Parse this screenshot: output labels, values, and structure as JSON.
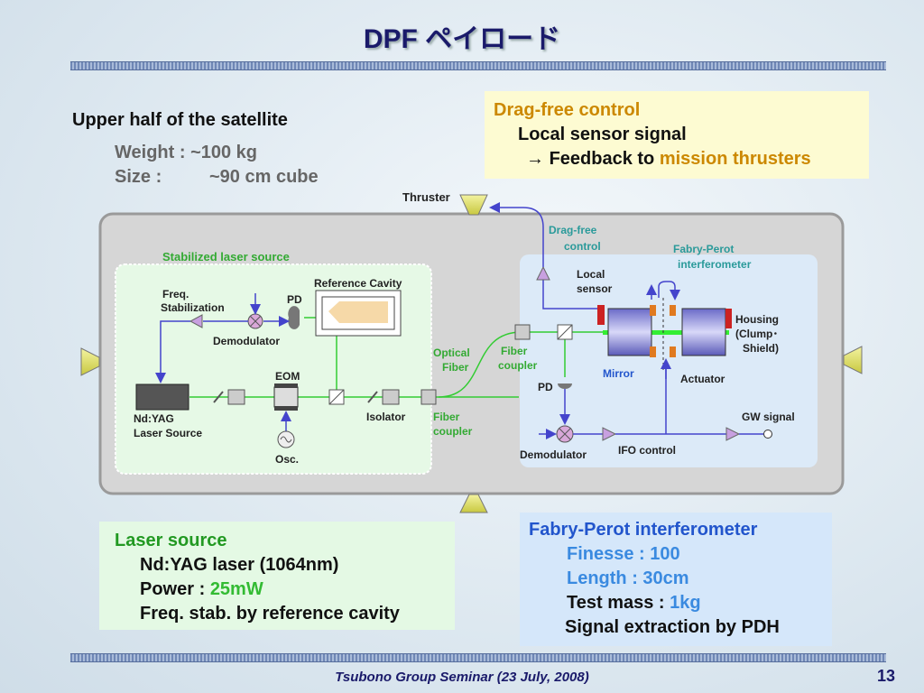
{
  "title": "DPF ペイロード",
  "upper": {
    "heading": "Upper half of the satellite",
    "weight": "Weight : ~100 kg",
    "size_label": "Size :",
    "size_value": "~90 cm cube"
  },
  "dragfree_box": {
    "title": "Drag-free control",
    "line1": "Local sensor signal",
    "line2_arrow": "→",
    "line2_a": "Feedback to",
    "line2_b": "mission thrusters"
  },
  "diagram": {
    "thruster": "Thruster",
    "stabilized": "Stabilized laser source",
    "reference_cavity": "Reference Cavity",
    "freq": "Freq.",
    "stabilization": "Stabilization",
    "pd1": "PD",
    "demodulator1": "Demodulator",
    "eom": "EOM",
    "ndyag1": "Nd:YAG",
    "ndyag2": "Laser Source",
    "osc": "Osc.",
    "isolator": "Isolator",
    "fiber_coupler1a": "Fiber",
    "fiber_coupler1b": "coupler",
    "optical_fiber_a": "Optical",
    "optical_fiber_b": "Fiber",
    "fiber_coupler2a": "Fiber",
    "fiber_coupler2b": "coupler",
    "dragfree_a": "Drag-free",
    "dragfree_b": "control",
    "fp_a": "Fabry-Perot",
    "fp_b": "interferometer",
    "local_a": "Local",
    "local_b": "sensor",
    "housing_a": "Housing",
    "housing_b": "(Clump･",
    "housing_c": "Shield)",
    "mirror": "Mirror",
    "actuator": "Actuator",
    "pd2": "PD",
    "demodulator2": "Demodulator",
    "ifo": "IFO control",
    "gw": "GW signal"
  },
  "laser_box": {
    "title": "Laser source",
    "line1": "Nd:YAG laser (1064nm)",
    "line2_a": "Power :",
    "line2_b": "25mW",
    "line3": "Freq. stab. by reference cavity"
  },
  "fp_box": {
    "title": "Fabry-Perot interferometer",
    "finesse": "Finesse : 100",
    "length": "Length  : 30cm",
    "mass_a": "Test mass :",
    "mass_b": "1kg",
    "signal": "Signal extraction by PDH"
  },
  "footer": "Tsubono Group Seminar (23 July, 2008)",
  "page_number": "13",
  "colors": {
    "title": "#1a1a6a",
    "green": "#33bb33",
    "blue": "#2255cc",
    "orange": "#cc8800"
  }
}
